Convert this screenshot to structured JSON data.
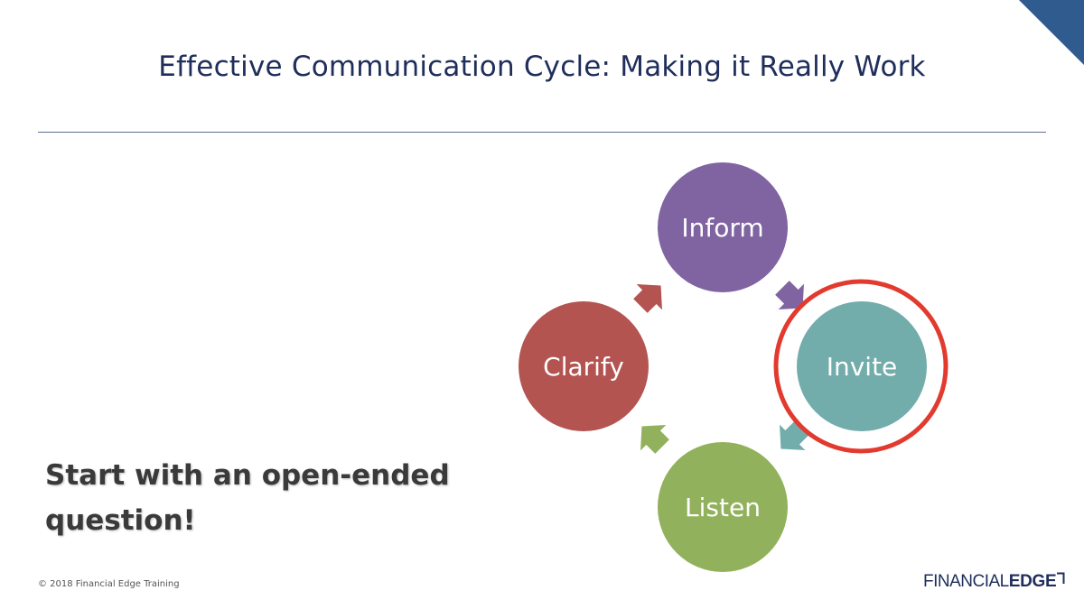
{
  "slide": {
    "title": "Effective Communication Cycle: Making it Really Work",
    "callout_lines": [
      "Start with an open-ended",
      "question!"
    ],
    "copyright": "© 2018 Financial Edge Training",
    "logo": {
      "light": "FINANCIAL",
      "bold": "EDGE"
    }
  },
  "diagram": {
    "nodes": [
      {
        "label": "Inform",
        "color": "#8064a2"
      },
      {
        "label": "Invite",
        "color": "#72acab"
      },
      {
        "label": "Listen",
        "color": "#92b15c"
      },
      {
        "label": "Clarify",
        "color": "#b35451"
      }
    ],
    "highlight": {
      "node": "Invite",
      "color": "#e23a2e"
    }
  },
  "colors": {
    "title": "#1f2e5a",
    "accent_corner": "#2f5b8f"
  }
}
